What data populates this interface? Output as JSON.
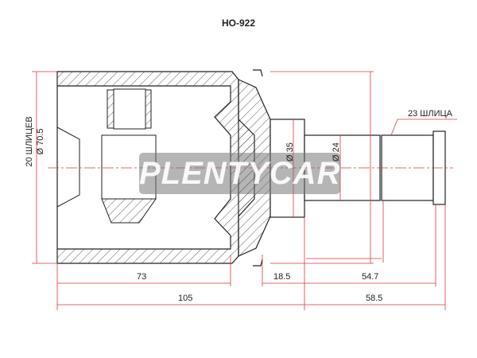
{
  "title": "HO-922",
  "watermark": "PLENTYCAR",
  "labels": {
    "outer_splines": "20 ШЛИЦЕВ",
    "outer_diameter": "Ø 70.5",
    "diameter_35": "Ø 35",
    "diameter_24": "Ø 24",
    "shaft_splines": "23 ШЛИЦА"
  },
  "dimensions": {
    "d73": "73",
    "d18_5": "18.5",
    "d54_7": "54.7",
    "d105": "105",
    "d58_5": "58.5"
  },
  "colors": {
    "dimension": "#d9383f",
    "outline": "#222222"
  }
}
